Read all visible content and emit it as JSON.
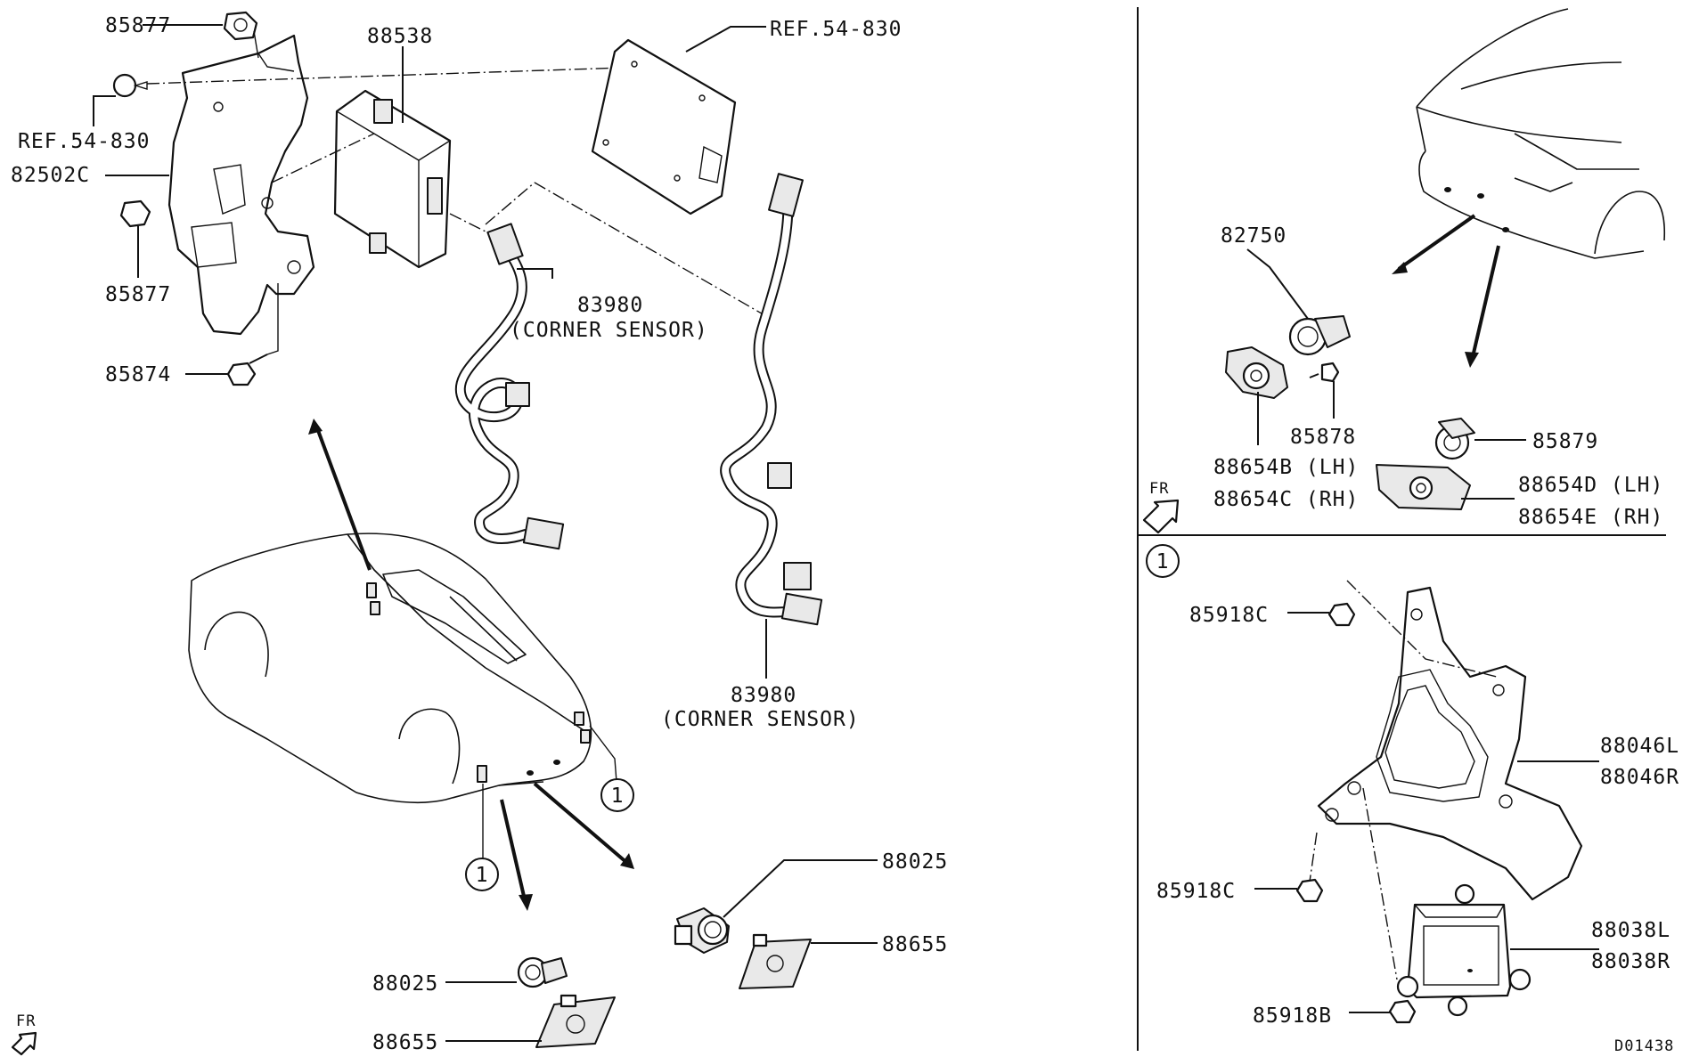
{
  "diagram_code": "D01438",
  "fr_marker": "FR",
  "callout_mark": "1",
  "left_panel": {
    "labels": {
      "nut_top": "85877",
      "control_unit": "88538",
      "ref_top_right": "REF.54-830",
      "ref_left": "REF.54-830",
      "bracket": "82502C",
      "nut_mid": "85877",
      "bolt": "85874",
      "harness_a_num": "83980",
      "harness_a_note": "(CORNER SENSOR)",
      "harness_b_num": "83980",
      "harness_b_note": "(CORNER SENSOR)",
      "sensor_right": "88025",
      "holder_right": "88655",
      "sensor_bottom": "88025",
      "holder_bottom": "88655"
    }
  },
  "right_top_panel": {
    "labels": {
      "sensor_82750": "82750",
      "screw_85878": "85878",
      "holder_lh_b": "88654B (LH)",
      "holder_rh_c": "88654C (RH)",
      "sensor_85879": "85879",
      "holder_lh_d": "88654D (LH)",
      "holder_rh_e": "88654E (RH)"
    }
  },
  "right_bottom_panel": {
    "labels": {
      "nut_top": "85918C",
      "nut_mid": "85918C",
      "nut_bottom": "85918B",
      "bracket_l": "88046L",
      "bracket_r": "88046R",
      "radar_l": "88038L",
      "radar_r": "88038R"
    }
  }
}
